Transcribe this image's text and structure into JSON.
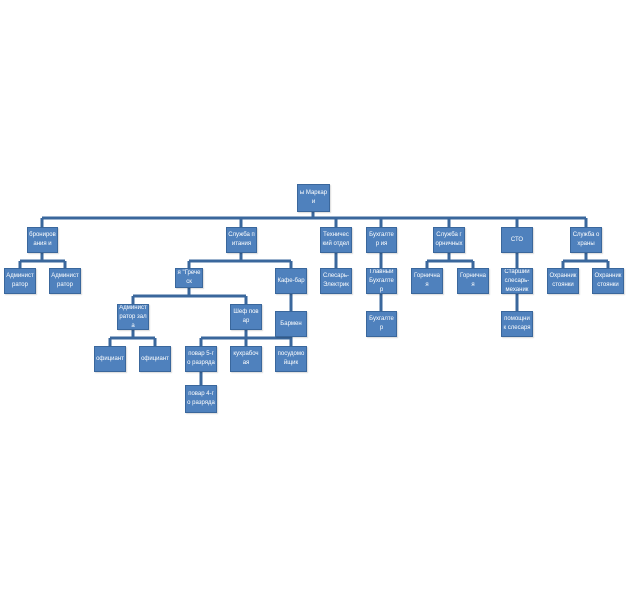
{
  "root": "ы Маркари",
  "departments": {
    "booking": "бронирования и",
    "food": "Служба питания",
    "tech": "Техничес кий отдел",
    "accounting": "Бухгалтер ия",
    "housekeeping": "Служба горничных",
    "sto": "СТО",
    "security": "Служба охраны"
  },
  "booking_staff": [
    "Админист ратор",
    "Админист ратор"
  ],
  "food": {
    "greek": "я \"Греческ",
    "cafe": "Кафе-бар",
    "hall_admin": "Админист ратор зала",
    "chef": "Шеф повар",
    "bartender": "Бармен",
    "waiters": [
      "официант",
      "официант"
    ],
    "cook5": "повар 5-го разряда",
    "kitchen_worker": "кухрабочая",
    "dishwasher": "посудомойщик",
    "cook4": "повар 4-го разряда"
  },
  "tech_staff": "Слесарь-Электрик",
  "accounting_staff": [
    "Главный Бухгалтер",
    "Бухгалтер"
  ],
  "maids": [
    "Горничная",
    "Горничная"
  ],
  "sto_staff": [
    "Старший слесарь-механик",
    "помощник слесаря"
  ],
  "guards": [
    "Охранник стоянки",
    "Охранник стоянки"
  ],
  "colors": {
    "box": "#4f81bd",
    "line": "#3a679c"
  }
}
